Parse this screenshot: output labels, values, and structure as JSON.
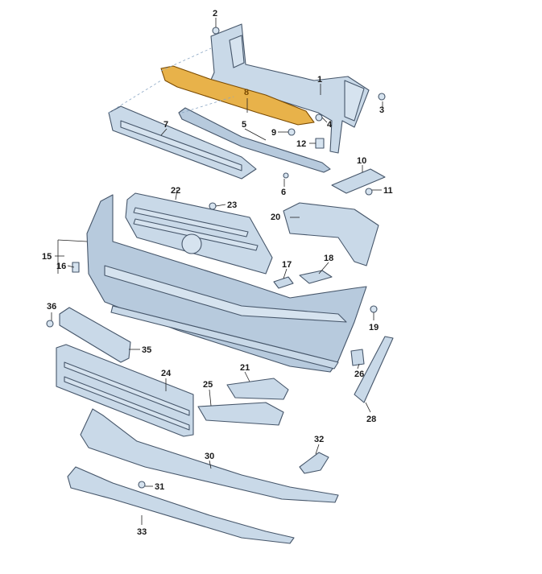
{
  "labels": {
    "p1": "1",
    "p2": "2",
    "p3": "3",
    "p4": "4",
    "p5": "5",
    "p6": "6",
    "p7": "7",
    "p8": "8",
    "p9": "9",
    "p10": "10",
    "p11": "11",
    "p12": "12",
    "p15": "15",
    "p16": "16",
    "p17": "17",
    "p18": "18",
    "p19": "19",
    "p20": "20",
    "p21": "21",
    "p22": "22",
    "p23": "23",
    "p24": "24",
    "p25": "25",
    "p26": "26",
    "p28": "28",
    "p30": "30",
    "p31": "31",
    "p32": "32",
    "p33": "33",
    "p35": "35",
    "p36": "36"
  },
  "colors": {
    "part_fill": "#c9d9e8",
    "part_outline": "#46566a",
    "highlight": "#e8b24a"
  }
}
